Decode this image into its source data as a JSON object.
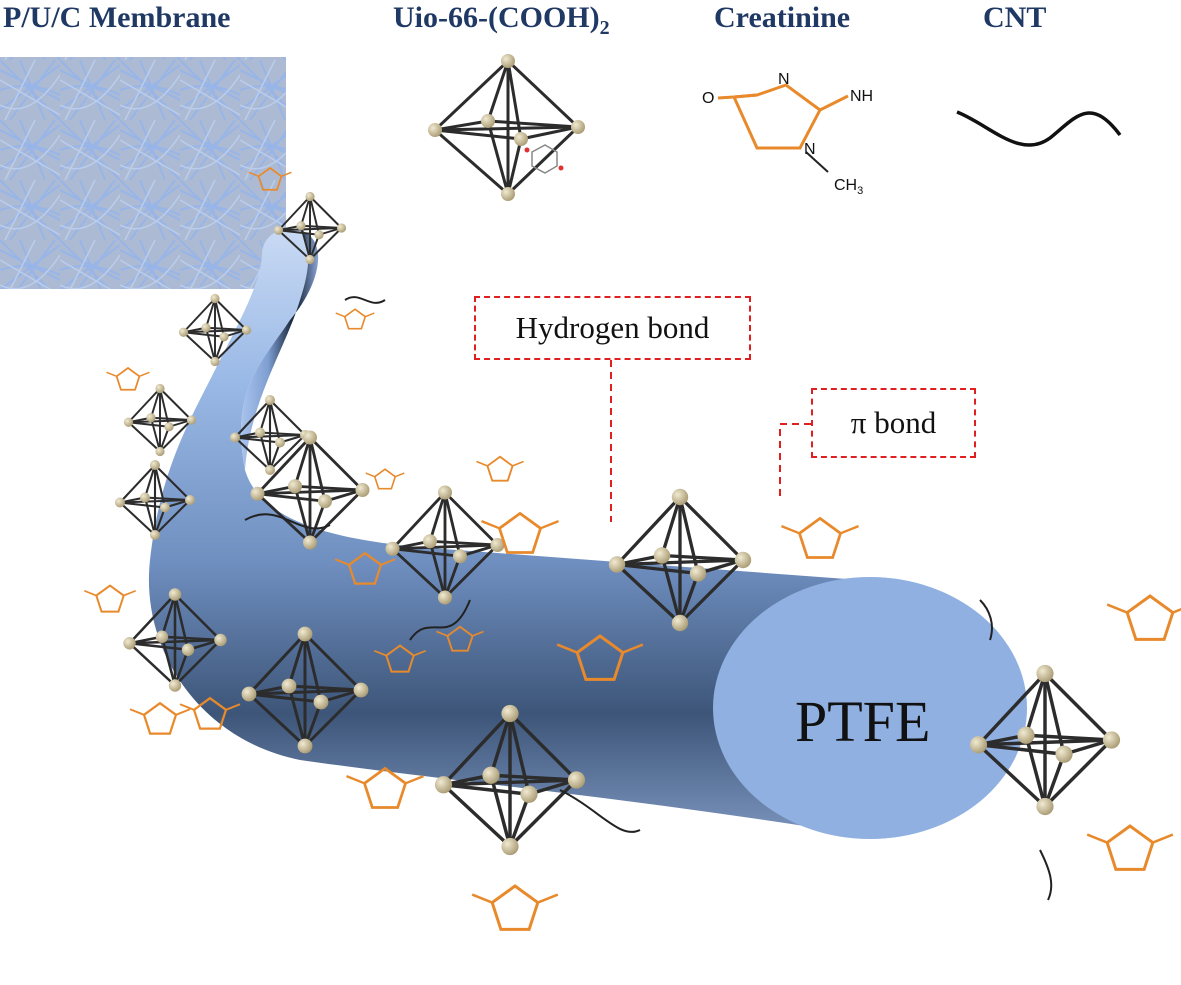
{
  "legend": {
    "membrane": "P/U/C Membrane",
    "uio_base": "Uio-66-(COOH)",
    "uio_sub": "2",
    "creatinine": "Creatinine",
    "cnt": "CNT"
  },
  "creatinine_atoms": {
    "o": "O",
    "n1": "N",
    "nh": "NH",
    "n2": "N",
    "ch": "CH",
    "ch_sub": "3"
  },
  "callouts": {
    "hydrogen": "Hydrogen bond",
    "pi": "π bond"
  },
  "fiber_label": "PTFE",
  "colors": {
    "title": "#1f3864",
    "fiber": "#8fb0e0",
    "fiber_dark": "#0e1a2b",
    "membrane_fiber": "#9ebcf0",
    "creatinine": "#e88a2c",
    "callout_border": "#e02020",
    "node": "#c9bd97"
  }
}
